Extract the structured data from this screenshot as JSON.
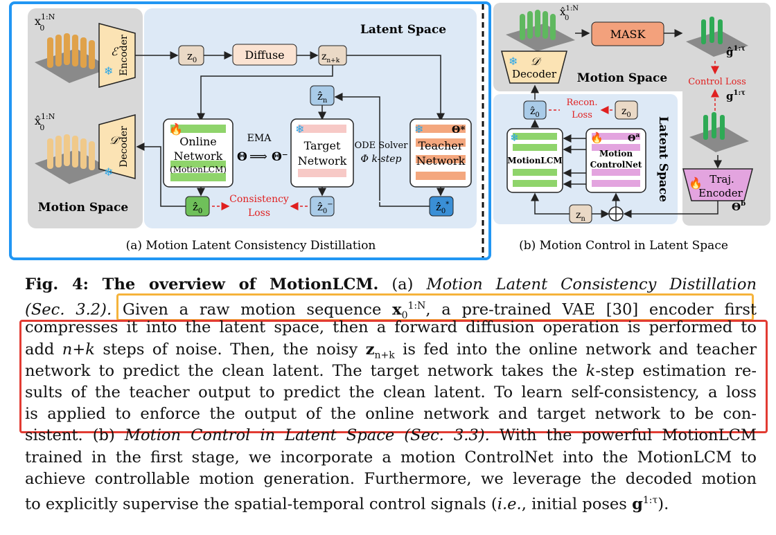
{
  "figure": {
    "panel_a": {
      "caption": "(a) Motion Latent Consistency Distillation",
      "motion_space_label": "Motion Space",
      "latent_space_label": "Latent Space",
      "input_label": "x",
      "input_sup": "1:N",
      "input_sub": "0",
      "output_label": "x̂",
      "output_sup": "1:N",
      "output_sub": "0",
      "encoder_label": "Encoder",
      "encoder_symbol": "ℰ",
      "decoder_label": "Decoder",
      "decoder_symbol": "𝒟",
      "z0": "z",
      "z0_sub": "0",
      "diffuse": "Diffuse",
      "znk": "z",
      "znk_sub": "n+k",
      "zhat_n": "ẑ",
      "zhat_n_sub": "n",
      "online_network": [
        "Online",
        "Network",
        "(MotionLCM)"
      ],
      "target_network": [
        "Target",
        "Network"
      ],
      "teacher_network": [
        "Teacher",
        "Network"
      ],
      "ema": "EMA",
      "theta": "Θ",
      "theta_minus": "Θ⁻",
      "theta_star": "Θ*",
      "ode_solver": "ODE Solver",
      "ode_step": "Φ k-step",
      "zhat0": "ẑ",
      "zhat0_sub": "0",
      "zhat0_minus": "ẑ",
      "zhat0_star": "ẑ",
      "consistency_loss": [
        "Consistency",
        "Loss"
      ]
    },
    "panel_b": {
      "caption": "(b) Motion Control in Latent Space",
      "motion_space_label": "Motion Space",
      "latent_space_label": "Latent Space",
      "input_label": "x̂",
      "input_sup": "1:N",
      "input_sub": "0",
      "mask": "MASK",
      "g_hat": "ĝ",
      "g_hat_sup": "1:τ",
      "g": "g",
      "g_sup": "1:τ",
      "control_loss": "Control Loss",
      "decoder_label": "Decoder",
      "decoder_symbol": "𝒟",
      "recon_loss": [
        "Recon.",
        "Loss"
      ],
      "zhat0": "ẑ",
      "zhat0_sub": "0",
      "z0": "z",
      "z0_sub": "0",
      "motionlcm": "MotionLCM",
      "controlnet": [
        "Motion",
        "ControlNet"
      ],
      "theta_a": "Θ",
      "theta_a_sup": "a",
      "traj_encoder": [
        "Traj.",
        "Encoder"
      ],
      "theta_b": "Θ",
      "theta_b_sup": "b",
      "zn": "z",
      "zn_sub": "n"
    },
    "colors": {
      "panel_a_border": "#2196f3",
      "latent_bg": "#dde9f6",
      "motion_bg": "#d8d8d8",
      "green": "#8fd46b",
      "pink": "#f7c9c6",
      "orange": "#f4a77e",
      "purple": "#e3a4df",
      "loss_red": "#e02020",
      "decoder_fill": "#fbe3b4"
    }
  },
  "caption": {
    "lines": [
      [
        {
          "t": "Fig. 4: The overview of MotionLCM.",
          "s": "b"
        },
        {
          "t": " (a) ",
          "s": ""
        },
        {
          "t": "Motion Latent Consistency Distillation",
          "s": "i"
        }
      ],
      [
        {
          "t": "(Sec. 3.2).",
          "s": "i"
        },
        {
          "t": " Given a raw motion sequence ",
          "s": ""
        },
        {
          "t": "x",
          "s": "bm"
        },
        {
          "t": "0",
          "s": "sub"
        },
        {
          "t": "1:N",
          "s": "sup"
        },
        {
          "t": ", a pre-trained VAE [30] encoder first",
          "s": ""
        }
      ],
      [
        {
          "t": "compresses it into the latent space, then a forward diffusion operation is performed to",
          "s": ""
        }
      ],
      [
        {
          "t": "add ",
          "s": ""
        },
        {
          "t": "n",
          "s": "math"
        },
        {
          "t": "+",
          "s": ""
        },
        {
          "t": "k",
          "s": "math"
        },
        {
          "t": " steps of noise. Then, the noisy ",
          "s": ""
        },
        {
          "t": "z",
          "s": "bm"
        },
        {
          "t": "n+k",
          "s": "sub"
        },
        {
          "t": " is fed into the online network and teacher",
          "s": ""
        }
      ],
      [
        {
          "t": "network to predict the clean latent. The target network takes the ",
          "s": ""
        },
        {
          "t": "k",
          "s": "math"
        },
        {
          "t": "-step estimation re-",
          "s": ""
        }
      ],
      [
        {
          "t": "sults of the teacher output to predict the clean latent. To learn self-consistency, a loss",
          "s": ""
        }
      ],
      [
        {
          "t": "is applied to enforce the output of the online network and target network to be con-",
          "s": ""
        }
      ],
      [
        {
          "t": "sistent. (b) ",
          "s": ""
        },
        {
          "t": "Motion Control in Latent Space (Sec. 3.3).",
          "s": "i"
        },
        {
          "t": " With the powerful MotionLCM",
          "s": ""
        }
      ],
      [
        {
          "t": "trained in the first stage, we incorporate a motion ControlNet into the MotionLCM to",
          "s": ""
        }
      ],
      [
        {
          "t": "achieve controllable motion generation. Furthermore, we leverage the decoded motion",
          "s": ""
        }
      ],
      [
        {
          "t": "to explicitly supervise the spatial-temporal control signals (",
          "s": ""
        },
        {
          "t": "i.e.",
          "s": "i"
        },
        {
          "t": ", initial poses ",
          "s": ""
        },
        {
          "t": "g",
          "s": "bm"
        },
        {
          "t": "1:τ",
          "s": "sup"
        },
        {
          "t": ").",
          "s": ""
        }
      ]
    ]
  }
}
